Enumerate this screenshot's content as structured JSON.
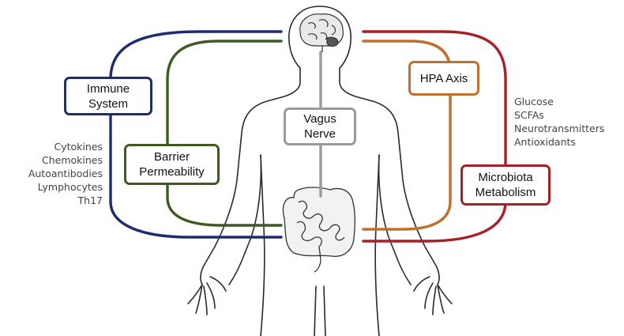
{
  "colors": {
    "immune": "#1f2d6e",
    "barrier": "#3f5a21",
    "vagus": "#9a9a9a",
    "hpa": "#c0702a",
    "microbiota": "#a52027",
    "body_outline": "#2a2a2a"
  },
  "boxes": {
    "immune": {
      "line1": "Immune",
      "line2": "System"
    },
    "barrier": {
      "line1": "Barrier",
      "line2": "Permeability"
    },
    "vagus": {
      "line1": "Vagus",
      "line2": "Nerve"
    },
    "hpa": {
      "line1": "HPA Axis"
    },
    "microbiota": {
      "line1": "Microbiota",
      "line2": "Metabolism"
    }
  },
  "immune_factors": [
    "Cytokines",
    "Chemokines",
    "Autoantibodies",
    "Lymphocytes Th17"
  ],
  "microbiota_factors": [
    "Glucose",
    "SCFAs",
    "Neurotransmitters",
    "Antioxidants"
  ],
  "icons": [
    "brain-icon",
    "intestine-icon",
    "human-body-outline"
  ]
}
